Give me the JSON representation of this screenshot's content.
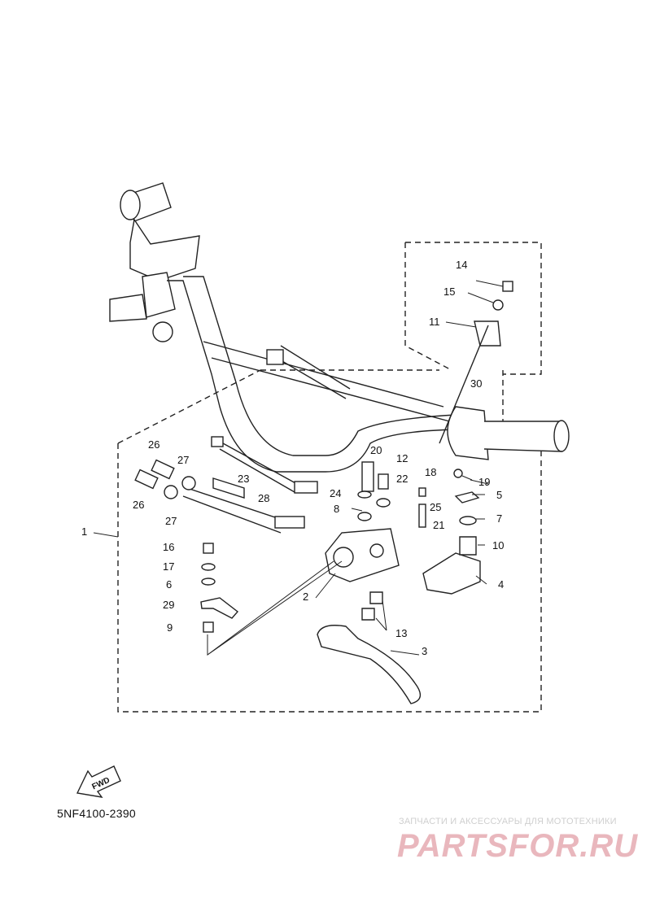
{
  "diagram": {
    "code": "5NF4100-2390",
    "fwd_label": "FWD",
    "watermark": {
      "line1": "ЗАПЧАСТИ И АКСЕССУАРЫ ДЛЯ МОТОТЕХНИКИ",
      "line2": "PARTSFOR.RU"
    },
    "callouts": [
      "1",
      "2",
      "3",
      "4",
      "5",
      "6",
      "7",
      "8",
      "9",
      "10",
      "11",
      "12",
      "13",
      "14",
      "15",
      "16",
      "17",
      "18",
      "19",
      "20",
      "21",
      "22",
      "23",
      "24",
      "25",
      "26",
      "27",
      "28",
      "29",
      "30"
    ],
    "labels": {
      "c1": "1",
      "c2": "2",
      "c3": "3",
      "c4": "4",
      "c5": "5",
      "c6": "6",
      "c7": "7",
      "c8": "8",
      "c9": "9",
      "c10": "10",
      "c11": "11",
      "c12": "12",
      "c13": "13",
      "c14": "14",
      "c15": "15",
      "c16": "16",
      "c17": "17",
      "c18": "18",
      "c19": "19",
      "c20": "20",
      "c21": "21",
      "c22": "22",
      "c23": "23",
      "c24": "24",
      "c25": "25",
      "c26a": "26",
      "c26b": "26",
      "c27a": "27",
      "c27b": "27",
      "c28": "28",
      "c29": "29",
      "c30": "30"
    }
  }
}
